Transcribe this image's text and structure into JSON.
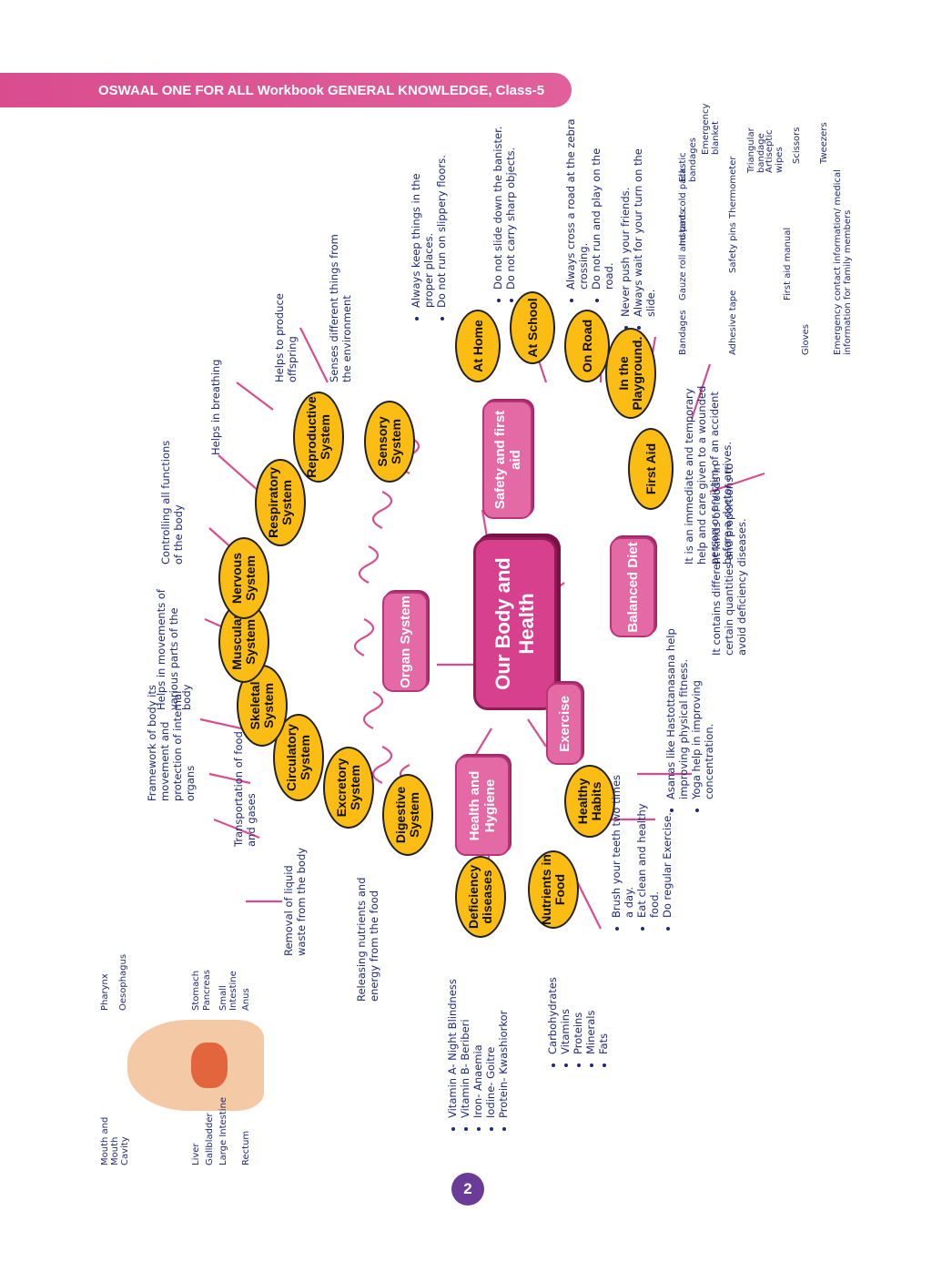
{
  "header": {
    "title": "OSWAAL ONE FOR ALL Workbook GENERAL KNOWLEDGE, Class-5"
  },
  "page_number": "2",
  "center": "Our Body and Health",
  "branches": {
    "organ_system": "Organ System",
    "health_hygiene": "Health and Hygiene",
    "exercise": "Exercise",
    "balanced_diet": "Balanced Diet",
    "safety": "Safety and first aid"
  },
  "systems": {
    "digestive": "Digestive System",
    "excretory": "Excretory System",
    "circulatory": "Circulatory System",
    "skeletal": "Skeletal System",
    "muscular": "Muscular System",
    "nervous": "Nervous System",
    "respiratory": "Respiratory System",
    "reproductive": "Reproductive System",
    "sensory": "Sensory System"
  },
  "system_notes": {
    "digestive": "Releasing nutrients and energy from the food",
    "excretory": "Removal of liquid waste from the body",
    "circulatory": "Transportation of food and gases",
    "skeletal": "Framework of body its movement and protection of internal organs",
    "muscular": "Helps in movements of various parts of the body",
    "nervous": "Controlling all functions of the body",
    "respiratory": "Helps in breathing",
    "reproductive": "Helps to produce offspring",
    "sensory": "Senses different things from the environment"
  },
  "hygiene": {
    "deficiency": "Deficiency diseases",
    "nutrients": "Nutrients in Food",
    "habits": "Healthy Habits"
  },
  "deficiency_list": [
    "Vitamin A- Night Blindness",
    "Vitamin B- Beriberi",
    "Iron- Anaemia",
    "Iodine- Goitre",
    "Protein- Kwashiorkor"
  ],
  "nutrients_list": [
    "Carbohydrates",
    "Vitamins",
    "Proteins",
    "Minerals",
    "Fats"
  ],
  "habits_list": [
    "Brush your teeth two times a day.",
    "Eat clean and healthy food.",
    "Do regular Exercise."
  ],
  "exercise_list": [
    "Asanas like Hastottanasana help improving physical fitness.",
    "Yoga help in improving concentration."
  ],
  "diet_note": "It contains different kinds of foods in certain quantities and proportions to avoid deficiency diseases.",
  "safety": {
    "home": "At Home",
    "school": "At School",
    "road": "On Road",
    "playground": "In the Playground.",
    "first_aid": "First Aid"
  },
  "home_list": [
    "Always keep things in the proper places.",
    "Do not run on slippery floors."
  ],
  "school_list": [
    "Do not slide down the banister.",
    "Do not carry sharp objects."
  ],
  "road_list": [
    "Always cross a road at the zebra crossing.",
    "Do not run and play on the road."
  ],
  "playground_list": [
    "Never push your friends.",
    "Always wait for your turn on the slide."
  ],
  "first_aid_note": "It is an immediate and temporary help and care given to a wounded person or a victim of an accident before a doctor arrives.",
  "digestive_labels": {
    "left": [
      "Mouth and Mouth Cavity",
      "Liver",
      "Gallbladder",
      "Large Intestine",
      "Rectum"
    ],
    "right": [
      "Pharynx",
      "Oesophagus",
      "Stomach",
      "Pancreas",
      "Small Intestine",
      "Anus"
    ]
  },
  "firstaid_labels": [
    "Bandages",
    "Gauze roll and pads",
    "Instant cold pack",
    "Elastic bandages",
    "Emergency blanket",
    "Adhesive tape",
    "Safety pins",
    "Thermometer",
    "Triangular bandage",
    "Artiseptic wipes",
    "Scissors",
    "Gloves",
    "First aid manual",
    "Tweezers",
    "Emergency contact information/ medical information for family members"
  ],
  "colors": {
    "accent": "#d6408d",
    "yellow": "#fbbd14",
    "ink": "#1f2a7a",
    "badge": "#6b3c97"
  }
}
